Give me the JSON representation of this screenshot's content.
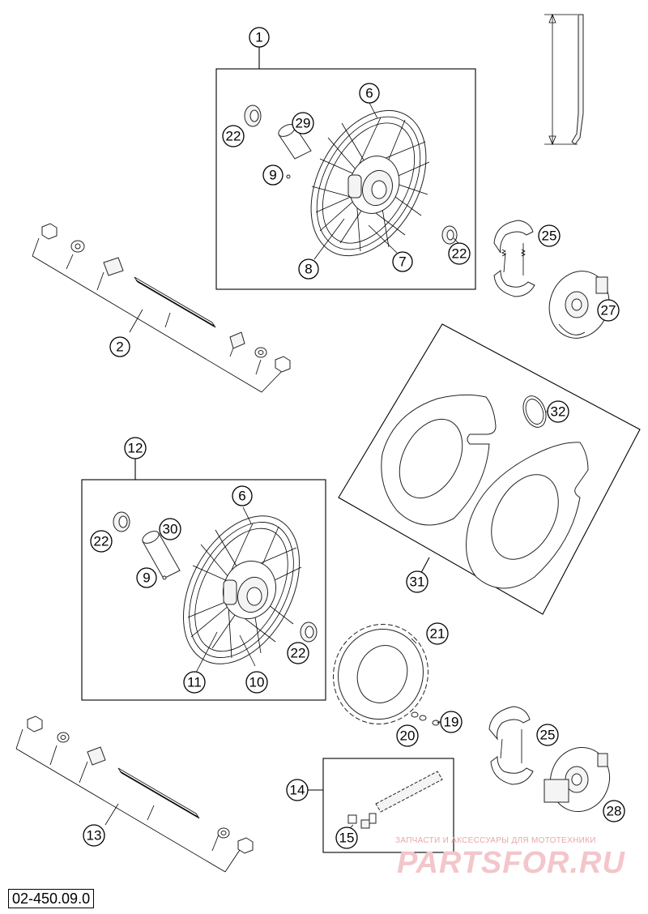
{
  "diagram": {
    "part_number": "02-450.09.0",
    "callouts": [
      "1",
      "2",
      "6",
      "8",
      "7",
      "9",
      "22",
      "29",
      "22",
      "25",
      "27",
      "32",
      "31",
      "12",
      "6",
      "22",
      "30",
      "9",
      "22",
      "11",
      "10",
      "21",
      "19",
      "20",
      "25",
      "28",
      "14",
      "15",
      "13"
    ],
    "watermark": {
      "tagline": "ЗАПЧАСТИ И АКСЕССУАРЫ ДЛЯ МОТОТЕХНИКИ",
      "logo": "PARTSFOR.RU"
    }
  }
}
